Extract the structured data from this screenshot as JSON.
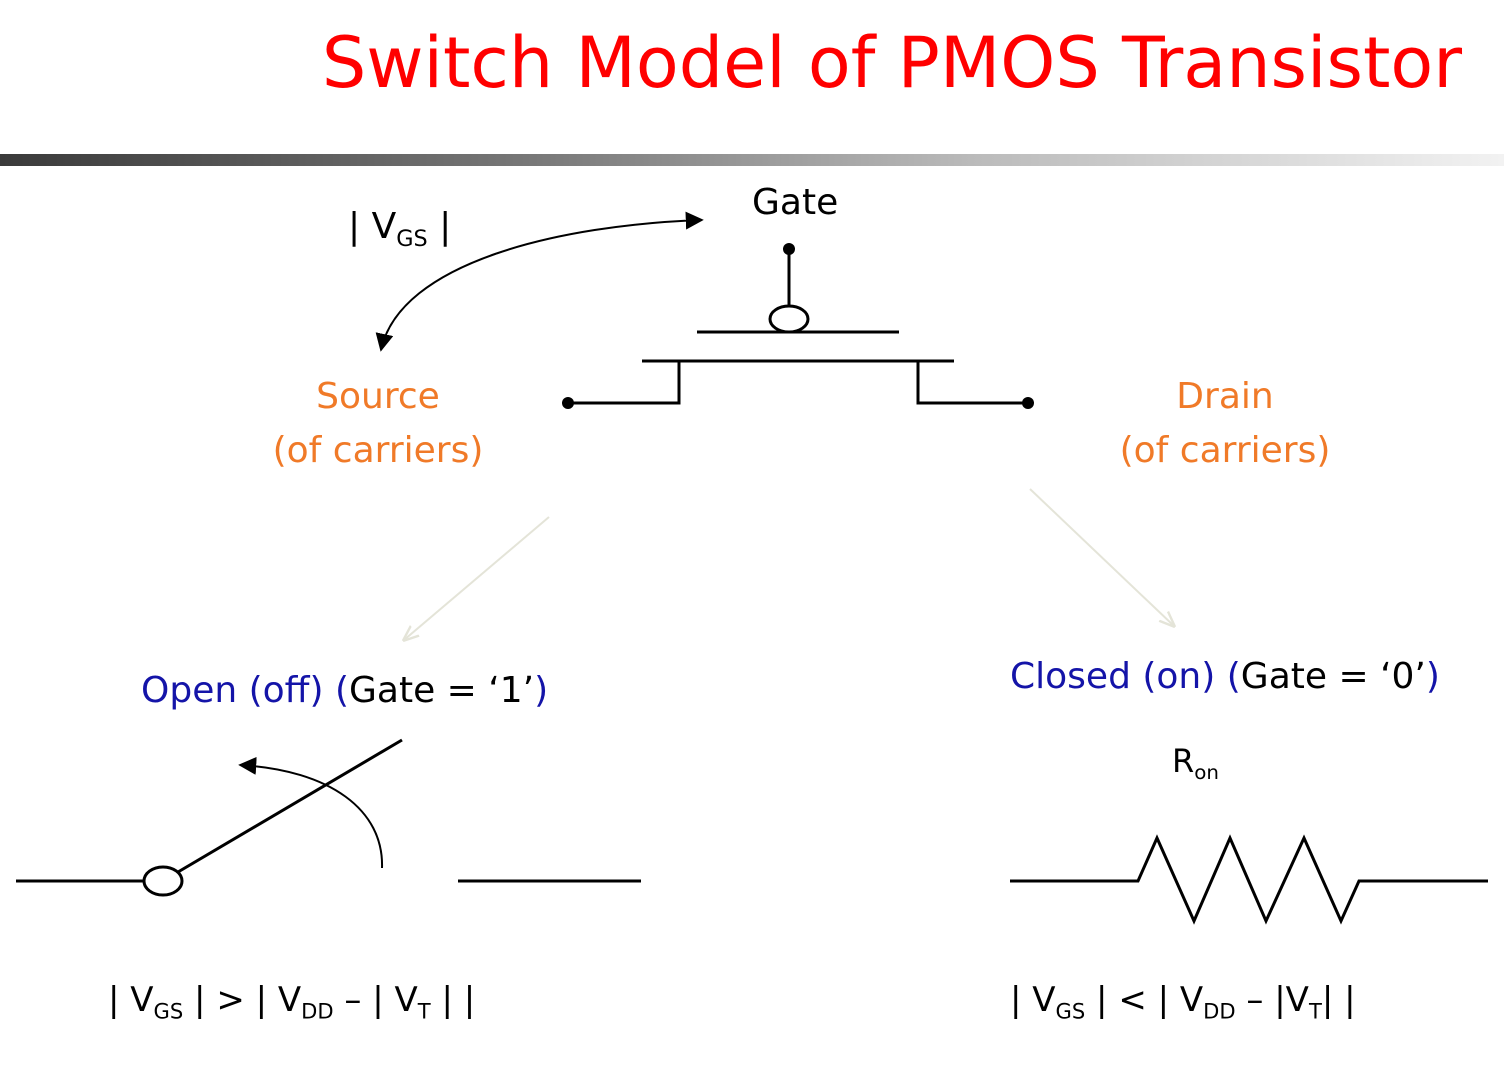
{
  "title": "Switch Model of PMOS Transistor",
  "colors": {
    "title": "#ff0000",
    "terminal_labels": "#f07a28",
    "state_labels": "#1414a8",
    "pointer_arrows": "#e8e8de"
  },
  "transistor": {
    "gate_label": "Gate",
    "source_label": "Source",
    "source_sub": "(of carriers)",
    "drain_label": "Drain",
    "drain_sub": "(of carriers)",
    "vgs_label": {
      "prefix": "| V",
      "sub": "GS",
      "suffix": " |"
    }
  },
  "open_state": {
    "label": "Open (off)",
    "gate_condition": {
      "open": "(",
      "text": "Gate = ‘1’",
      "close": ")"
    },
    "condition": {
      "p1": "| V",
      "s1": "GS",
      "p2": " | > | V",
      "s2": "DD",
      "p3": " – | V",
      "s3": "T",
      "p4": " | |"
    }
  },
  "closed_state": {
    "label": "Closed (on)",
    "gate_condition": {
      "open": "(",
      "text": "Gate = ‘0’",
      "close": ")"
    },
    "resistor_label": {
      "main": "R",
      "sub": "on"
    },
    "condition": {
      "p1": "| V",
      "s1": "GS",
      "p2": " | < | V",
      "s2": "DD",
      "p3": " – |V",
      "s3": "T",
      "p4": "| |"
    }
  }
}
